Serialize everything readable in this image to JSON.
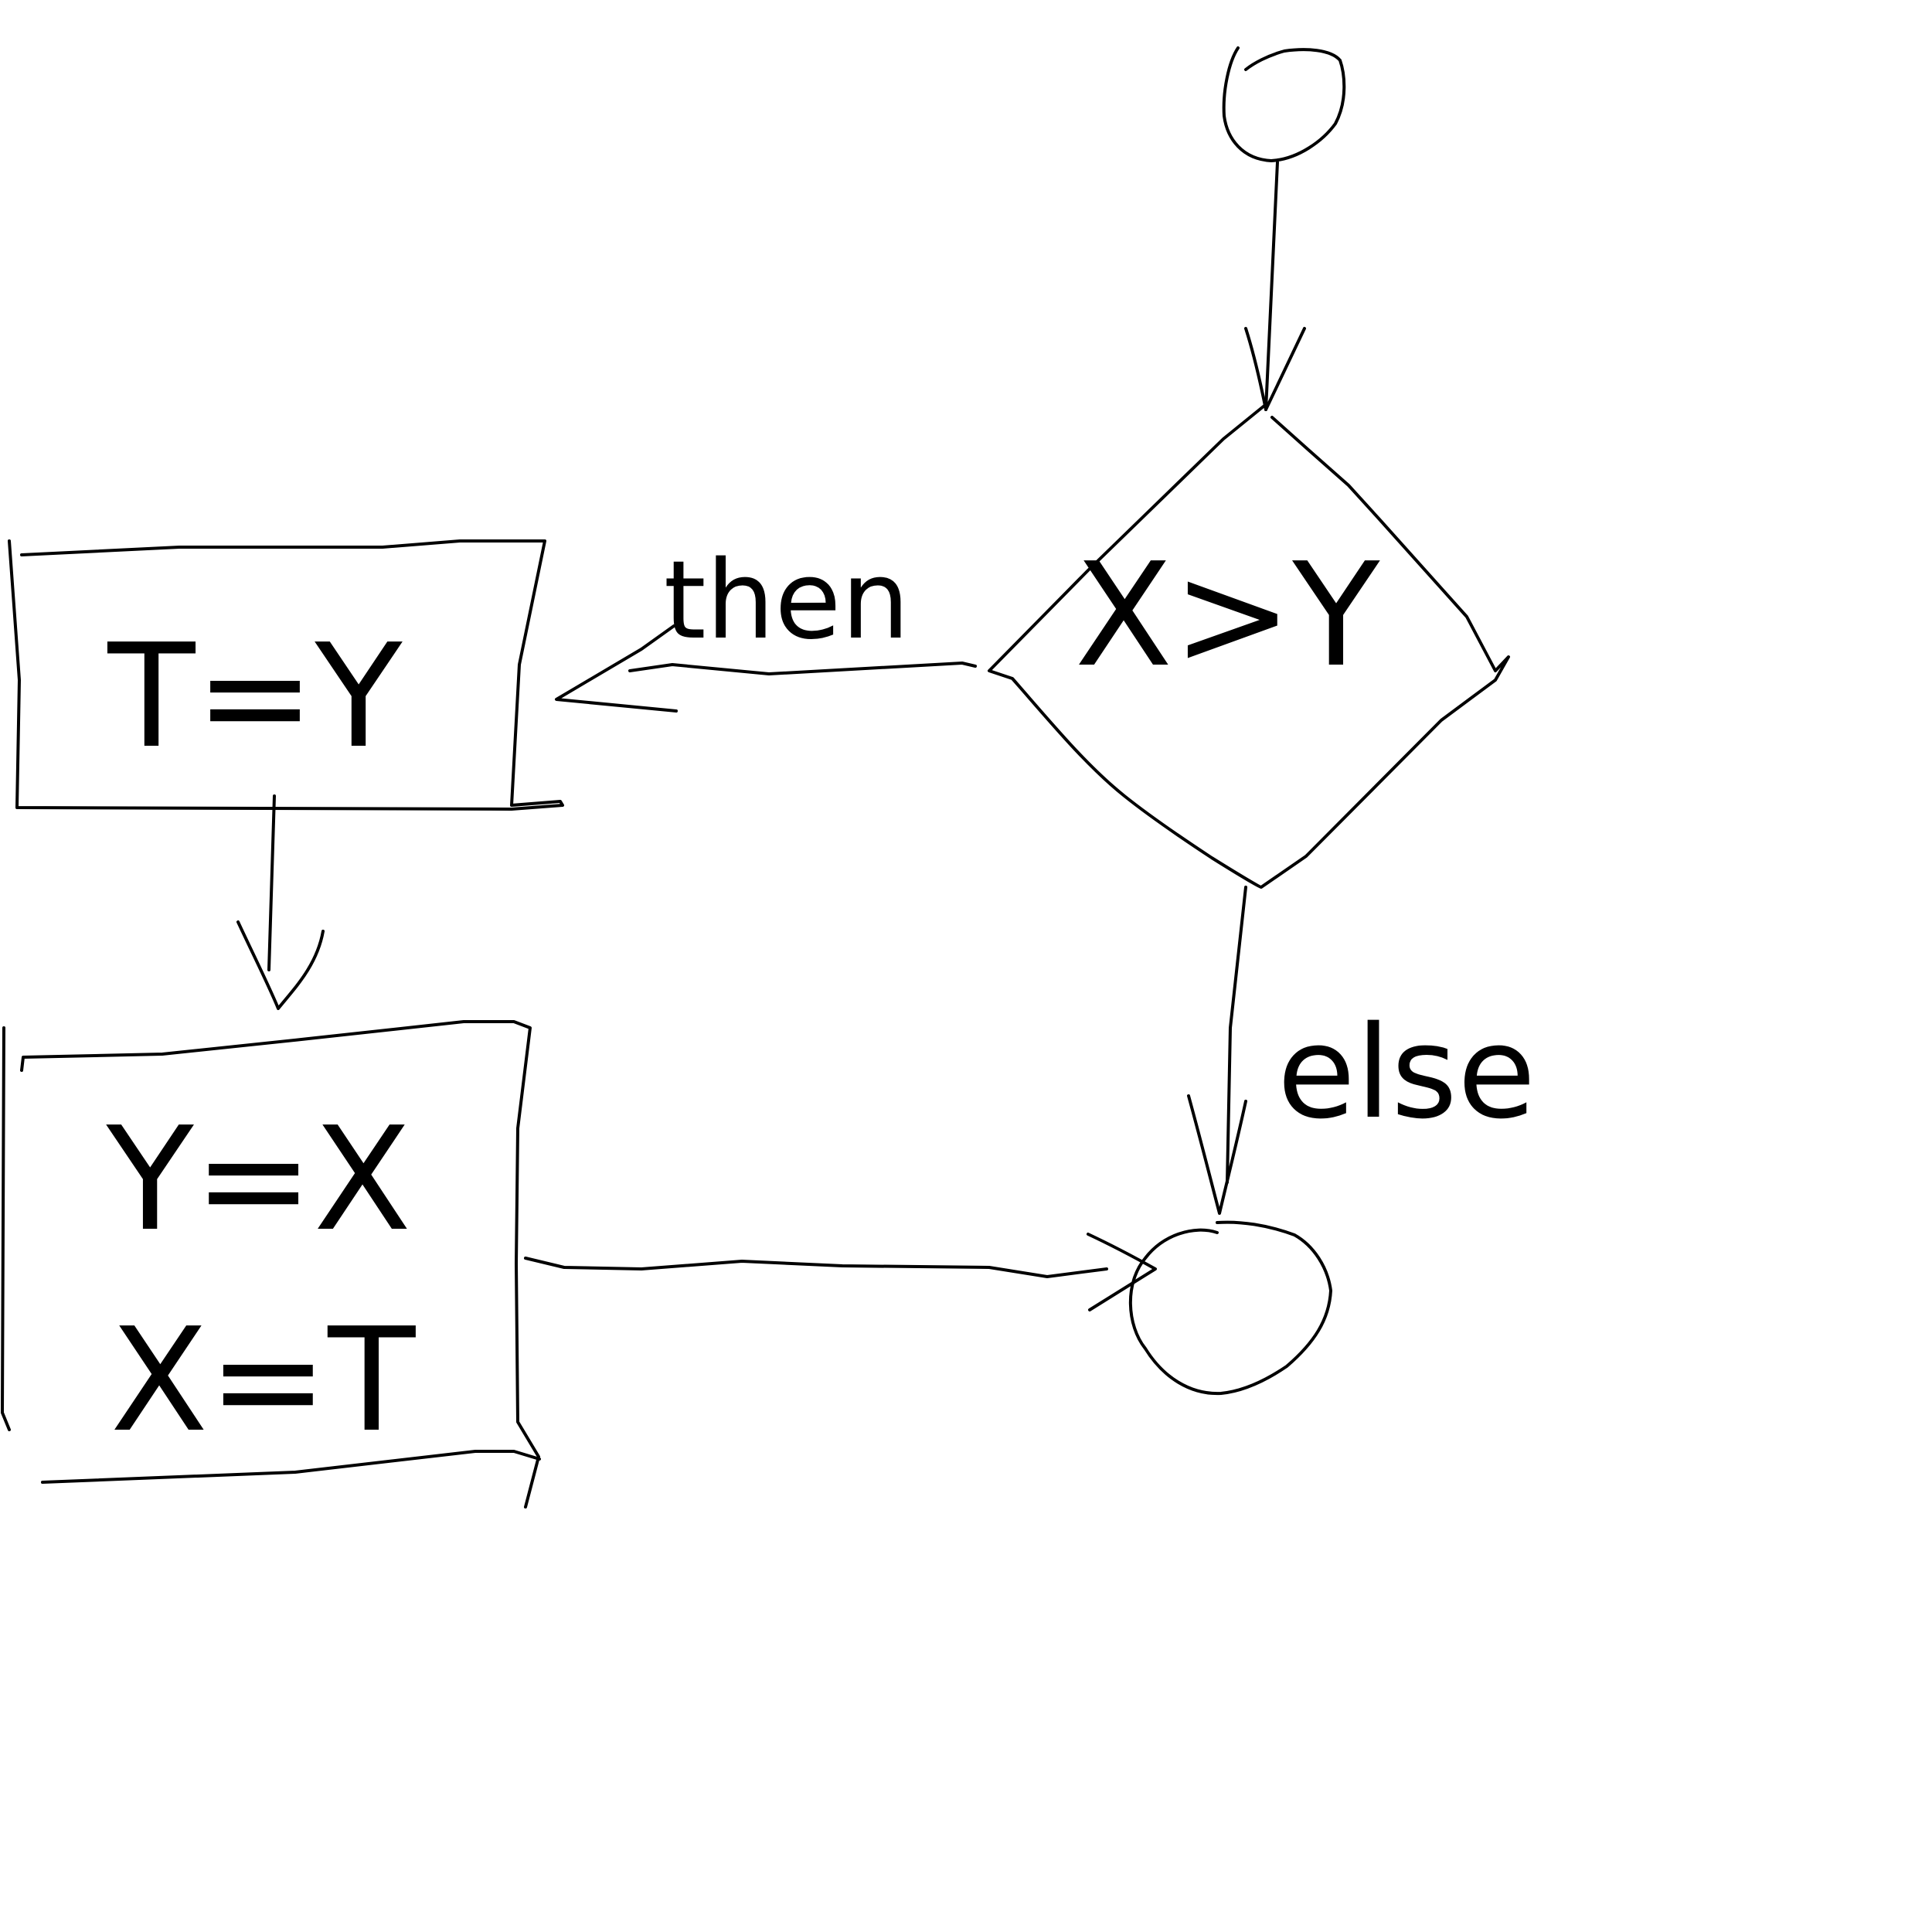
{
  "diagram": {
    "kind": "hand-drawn flowchart",
    "stroke_color": "#000000",
    "background_color": "#ffffff",
    "nodes": [
      {
        "id": "start",
        "shape": "circle",
        "label": ""
      },
      {
        "id": "decision",
        "shape": "diamond",
        "label": "X>Y"
      },
      {
        "id": "assign-t",
        "shape": "rectangle",
        "label": "T=Y"
      },
      {
        "id": "swap",
        "shape": "rectangle",
        "lines": [
          "Y=X",
          "X=T"
        ]
      },
      {
        "id": "end",
        "shape": "circle",
        "label": ""
      }
    ],
    "edges": [
      {
        "from": "start",
        "to": "decision",
        "label": ""
      },
      {
        "from": "decision",
        "to": "assign-t",
        "label": "then"
      },
      {
        "from": "decision",
        "to": "end",
        "label": "else"
      },
      {
        "from": "assign-t",
        "to": "swap",
        "label": ""
      },
      {
        "from": "swap",
        "to": "end",
        "label": ""
      }
    ]
  }
}
